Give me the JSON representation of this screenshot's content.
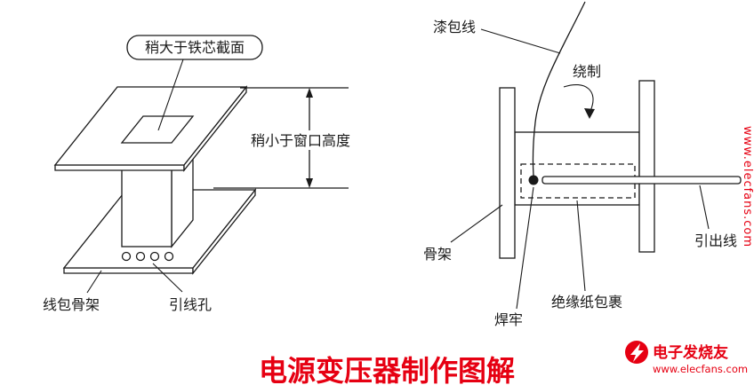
{
  "title": {
    "text": "电源变压器制作图解",
    "color": "#e60012"
  },
  "left_diagram": {
    "name": "bobbin-construction-diagram",
    "labels": {
      "core_section": "稍大于铁芯截面",
      "window_height": "稍小于窗口高度",
      "bobbin_frame": "线包骨架",
      "lead_holes": "引线孔"
    },
    "lead_hole_count": 4
  },
  "right_diagram": {
    "name": "coil-winding-diagram",
    "labels": {
      "enameled_wire": "漆包线",
      "winding": "绕制",
      "frame": "骨架",
      "solder": "焊牢",
      "insulation_paper": "绝缘纸包裹",
      "lead_out_wire": "引出线"
    }
  },
  "watermark": {
    "brand": "电子发烧友",
    "url": "www.elecfans.com",
    "side_url": "www.elecfans.com",
    "color": "#e60012"
  },
  "colors": {
    "line": "#1a1a1a",
    "background": "#ffffff",
    "accent": "#e60012"
  }
}
